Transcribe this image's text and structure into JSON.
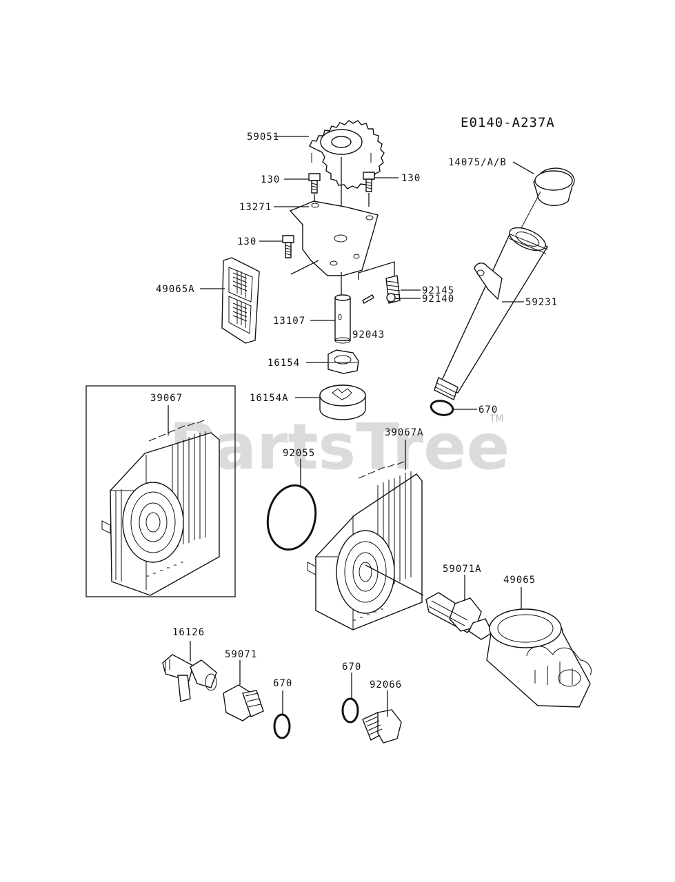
{
  "diagram": {
    "code": "E0140-A237A",
    "watermark": "PartsTree",
    "watermark_tm": "TM",
    "labels": {
      "p59051": "59051",
      "p130_left": "130",
      "p130_right": "130",
      "p14075": "14075/A/B",
      "p13271": "13271",
      "p130_mid": "130",
      "p49065A": "49065A",
      "p92145": "92145",
      "p92140": "92140",
      "p59231": "59231",
      "p13107": "13107",
      "p92043": "92043",
      "p16154": "16154",
      "p16154A": "16154A",
      "p670_top": "670",
      "p39067": "39067",
      "p39067A": "39067A",
      "p92055": "92055",
      "p59071A": "59071A",
      "p49065": "49065",
      "p16126": "16126",
      "p59071": "59071",
      "p670_left": "670",
      "p670_mid": "670",
      "p92066": "92066"
    }
  }
}
